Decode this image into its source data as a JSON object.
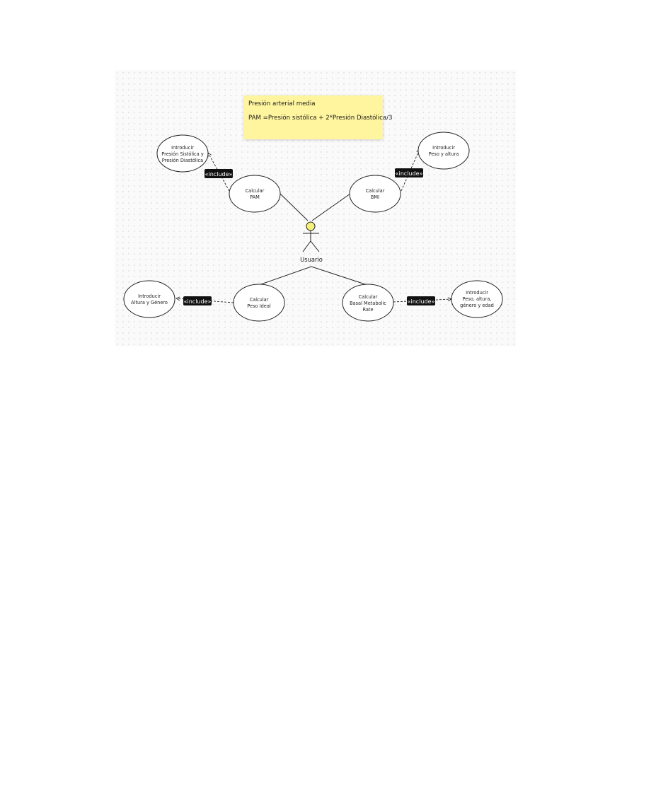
{
  "note": {
    "title": "Presión arterial media",
    "formula": "PAM =Presión sistólica + 2*Presión Diastólica/3"
  },
  "actor": {
    "label": "Usuario",
    "head_color": "#f5f07a"
  },
  "use_cases": {
    "intro_presion": [
      "Introducir",
      "Presión Sistólica y",
      "Presión Diastólica"
    ],
    "calc_pam": [
      "Calcular",
      "PAM"
    ],
    "calc_bmi": [
      "Calcular",
      "BMI"
    ],
    "intro_peso_altura": [
      "Introducir",
      "Peso y altura"
    ],
    "intro_altura_genero": [
      "Introducir",
      "Altura y Género"
    ],
    "calc_peso_ideal": [
      "Calcular",
      "Peso Ideal"
    ],
    "calc_bmr": [
      "Calcular",
      "Basal Metabolic",
      "Rate"
    ],
    "intro_peso_altura_genero_edad": [
      "Introducir",
      "Peso, altura,",
      "género y edad"
    ]
  },
  "include_label": "«include»",
  "colors": {
    "sticky": "#fff59e",
    "include_badge": "#111111",
    "stroke": "#222222"
  }
}
